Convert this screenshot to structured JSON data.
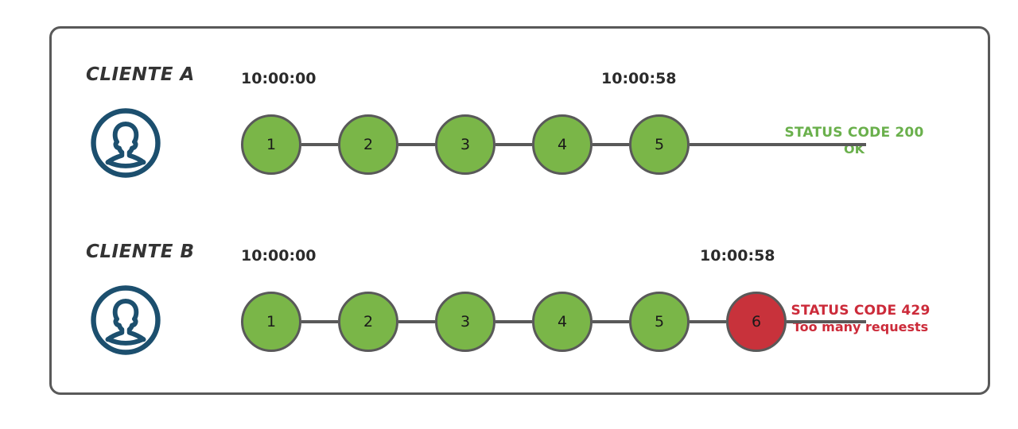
{
  "diagram": {
    "title_hidden": "",
    "border_color": "#595959",
    "colors": {
      "node_ok": "#7AB648",
      "node_error": "#C8323B",
      "node_stroke": "#595959",
      "avatar": "#1C4F6E",
      "status_ok": "#6AB04C",
      "status_error": "#CC2B3A",
      "text": "#333333"
    },
    "rows": [
      {
        "client_label": "CLIENTE A",
        "avatar_icon": "user-avatar-icon",
        "time_start": "10:00:00",
        "time_end": "10:00:58",
        "nodes": [
          {
            "label": "1",
            "state": "ok"
          },
          {
            "label": "2",
            "state": "ok"
          },
          {
            "label": "3",
            "state": "ok"
          },
          {
            "label": "4",
            "state": "ok"
          },
          {
            "label": "5",
            "state": "ok"
          }
        ],
        "status_line1": "STATUS CODE 200",
        "status_line2": "OK",
        "status_state": "ok"
      },
      {
        "client_label": "CLIENTE B",
        "avatar_icon": "user-avatar-icon",
        "time_start": "10:00:00",
        "time_end": "10:00:58",
        "nodes": [
          {
            "label": "1",
            "state": "ok"
          },
          {
            "label": "2",
            "state": "ok"
          },
          {
            "label": "3",
            "state": "ok"
          },
          {
            "label": "4",
            "state": "ok"
          },
          {
            "label": "5",
            "state": "ok"
          },
          {
            "label": "6",
            "state": "error"
          }
        ],
        "status_line1": "STATUS CODE 429",
        "status_line2": "Too many requests",
        "status_state": "error"
      }
    ]
  }
}
